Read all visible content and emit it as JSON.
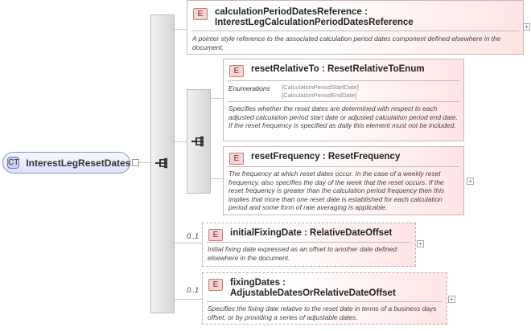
{
  "root": {
    "badge": "CT",
    "name": "InterestLegResetDates"
  },
  "elements": {
    "calc_ref": {
      "badge": "E",
      "title": "calculationPeriodDatesReference : InterestLegCalculationPeriodDatesReference",
      "doc": "A pointer style reference to the associated calculation period dates component defined elsewhere in the document."
    },
    "reset_relative_to": {
      "badge": "E",
      "title": "resetRelativeTo : ResetRelativeToEnum",
      "enum_label": "Enumerations",
      "enum_values": [
        "[CalculationPeriodStartDate]",
        "[CalculationPeriodEndDate]"
      ],
      "doc": "Specifies whether the reset dates are determined with respect to each adjusted calculation period start date or adjusted calculation period end date. If the reset frequency is specified as daily this element must not be included."
    },
    "reset_frequency": {
      "badge": "E",
      "title": "resetFrequency : ResetFrequency",
      "doc": "The frequency at which reset dates occur. In the case of a weekly reset frequency, also specifies the day of the week that the reset occurs. If the reset frequency is greater than the calculation period frequency then this implies that more than one reset date is established for each calculation period and some form of rate averaging is applicable."
    },
    "initial_fixing_date": {
      "badge": "E",
      "title": "initialFixingDate : RelativeDateOffset",
      "occurrence": "0..1",
      "doc": "Initial fixing date expressed as an offset to another date defined elsewhere in the document."
    },
    "fixing_dates": {
      "badge": "E",
      "title": "fixingDates : AdjustableDatesOrRelativeDateOffset",
      "occurrence": "0..1",
      "doc": "Specifies the fixing date relative to the reset date in terms of a business days offset, or by providing a series of adjustable dates."
    }
  },
  "icons": {
    "sequence": "sequence-icon",
    "expand": "expand-plus-icon"
  },
  "colors": {
    "element_fill": "#ffe4e4",
    "element_border": "#c9b7b7",
    "complex_type_fill": "#dfe3fb",
    "complex_type_border": "#8a91c8"
  }
}
